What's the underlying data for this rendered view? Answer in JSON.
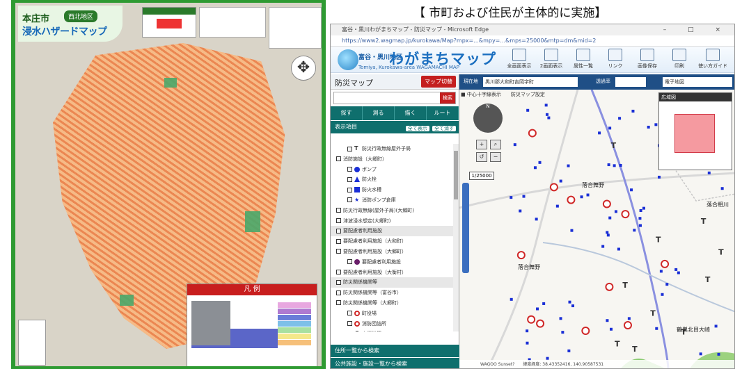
{
  "caption": "【 市町および住民が主体的に実施】",
  "poster": {
    "city": "本庄市",
    "district": "西北地区",
    "title": "浸水ハザードマップ",
    "legend_title": "凡 例"
  },
  "browser": {
    "window_title": "富谷・黒川わがまちマップ - 防災マップ - Microsoft Edge",
    "window_controls": "–  □  ×",
    "url": "https://www2.wagmap.jp/kurokawa/Map?mpx=...&mpy=...&mps=25000&mtp=dm&mid=2",
    "header": {
      "area": "富谷・黒川地区",
      "brand": "わがまちマップ",
      "subtitle": "Tomiya, Kurokawa-area WAGAMACHI MAP",
      "tools": [
        "全画面表示",
        "2画面表示",
        "属性一覧",
        "リンク",
        "画像保存",
        "印刷",
        "使い方ガイド"
      ]
    },
    "sidebar": {
      "title": "防災マップ",
      "switch_button": "マップ切替",
      "search_button": "検索",
      "tabs": [
        "探す",
        "測る",
        "描く",
        "ルート"
      ],
      "section_title": "表示項目",
      "show_all": "全て表示",
      "hide_all": "全て消す",
      "layers": [
        {
          "label": "防災行政無線屋外子局",
          "level": "sub",
          "marker": "T",
          "color": "#333333"
        },
        {
          "label": "消防施設（大郷町）",
          "level": "top",
          "marker": "",
          "color": ""
        },
        {
          "label": "ポンプ",
          "level": "sub",
          "marker": "circle",
          "color": "#1a2fd6"
        },
        {
          "label": "防火栓",
          "level": "sub",
          "marker": "triangle",
          "color": "#1a2fd6"
        },
        {
          "label": "防火水槽",
          "level": "sub",
          "marker": "square",
          "color": "#1a2fd6"
        },
        {
          "label": "消防ポンプ倉庫",
          "level": "sub",
          "marker": "star",
          "color": "#1a2fd6"
        },
        {
          "label": "防災行政無線(屋外子局)(大郷町)",
          "level": "top",
          "marker": "",
          "color": ""
        },
        {
          "label": "津波浸水想定(大郷町)",
          "level": "top",
          "marker": "",
          "color": ""
        },
        {
          "label": "要配慮者利用施設",
          "level": "group",
          "marker": "",
          "color": ""
        },
        {
          "label": "要配慮者利用施設（大和町）",
          "level": "top",
          "marker": "",
          "color": ""
        },
        {
          "label": "要配慮者利用施設（大郷町）",
          "level": "top",
          "marker": "",
          "color": ""
        },
        {
          "label": "要配慮者利用施設",
          "level": "sub",
          "marker": "circle",
          "color": "#6a1e6a"
        },
        {
          "label": "要配慮者利用施設（大衡村）",
          "level": "top",
          "marker": "",
          "color": ""
        },
        {
          "label": "防災関係機関等",
          "level": "group",
          "marker": "",
          "color": ""
        },
        {
          "label": "防災関係機関等（富谷市）",
          "level": "top",
          "marker": "",
          "color": ""
        },
        {
          "label": "防災関係機関等（大郷町）",
          "level": "top",
          "marker": "",
          "color": ""
        },
        {
          "label": "町役場",
          "level": "sub",
          "marker": "ring",
          "color": "#d02828"
        },
        {
          "label": "消防団詰所",
          "level": "sub",
          "marker": "ring",
          "color": "#d02828"
        },
        {
          "label": "自衛隊等",
          "level": "sub",
          "marker": "ring",
          "color": "#222222"
        }
      ],
      "footer_1": "住所一覧から検索",
      "footer_2": "公共施設・施設一覧から検索"
    },
    "mapbar": {
      "location_label": "現在地",
      "location_value": "黒川郡大和町吉岡字町",
      "opacity_label": "透過率",
      "basemap": "電子地図"
    },
    "map": {
      "legend_chip": "■ 中心十字線表示　　防災マップ設定",
      "scale": "1/25000",
      "overview_title": "広域図",
      "places": [
        "落合舞野",
        "落合舞野",
        "鶴巣北目大崎",
        "落合相川"
      ],
      "status": "WAGOO Sunset?　　緯度経度: 38.43352416, 140.90587531",
      "colors": {
        "facility": "#1a2fd6",
        "purple": "#7d1a8a",
        "road": "#8a90e0",
        "red": "#d02828"
      }
    }
  }
}
